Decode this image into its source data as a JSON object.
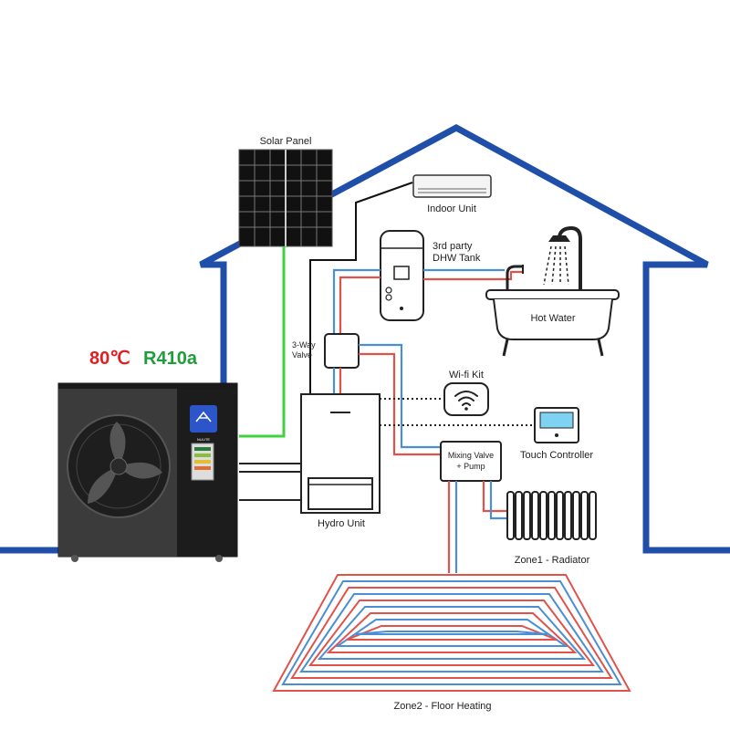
{
  "labels": {
    "solar_panel": "Solar Panel",
    "indoor_unit": "Indoor Unit",
    "dhw_tank_line1": "3rd party",
    "dhw_tank_line2": "DHW Tank",
    "hot_water": "Hot Water",
    "three_way_valve_line1": "3-Way",
    "three_way_valve_line2": "Valve",
    "wifi_kit": "Wi-fi Kit",
    "touch_controller": "Touch Controller",
    "mixing_valve_line1": "Mixing Valve",
    "mixing_valve_line2": "+ Pump",
    "hydro_unit": "Hydro Unit",
    "zone1": "Zone1 - Radiator",
    "zone2": "Zone2 - Floor Heating"
  },
  "heat_pump": {
    "temperature": "80℃",
    "refrigerant": "R410a",
    "brand": "NULITE"
  },
  "colors": {
    "house_outline": "#1f4fa8",
    "flow_hot": "#e0534a",
    "flow_cold": "#4a8fd6",
    "solar_link": "#3fd23f",
    "temperature_text": "#e02020",
    "refrigerant_text": "#1e9e3a"
  }
}
